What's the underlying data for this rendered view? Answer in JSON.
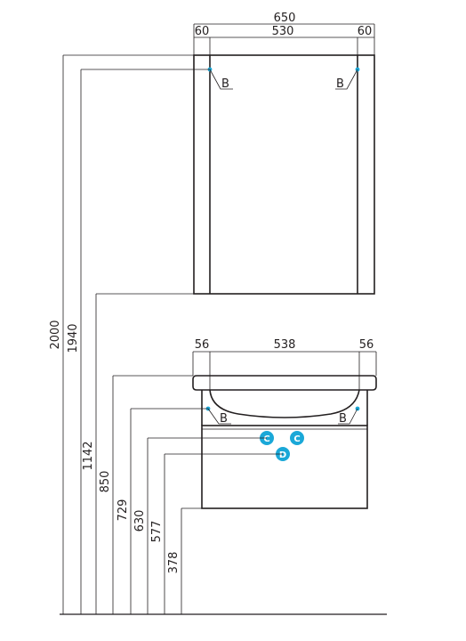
{
  "colors": {
    "line": "#231f20",
    "marker": "#1aa8d8",
    "background": "#ffffff"
  },
  "mirror": {
    "total_width": "650",
    "frame_left": "60",
    "center_width": "530",
    "frame_right": "60",
    "mount_label_left": "B",
    "mount_label_right": "B"
  },
  "cabinet": {
    "edge_left": "56",
    "basin_width": "538",
    "edge_right": "56",
    "mount_label_left": "B",
    "mount_label_right": "B",
    "connection_c1": "C",
    "connection_c2": "C",
    "connection_d": "D"
  },
  "heights": [
    "2000",
    "1940",
    "1142",
    "850",
    "729",
    "630",
    "577",
    "378"
  ]
}
